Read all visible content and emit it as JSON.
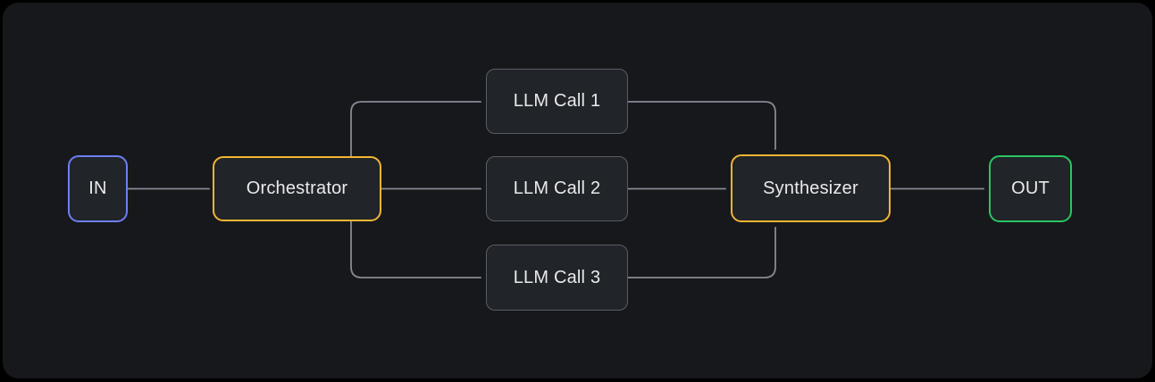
{
  "diagram": {
    "nodes": [
      {
        "id": "in",
        "label": "IN",
        "accent": "#6e7ff3",
        "role": "input"
      },
      {
        "id": "orchestrator",
        "label": "Orchestrator",
        "accent": "#f2b632",
        "role": "orchestrator"
      },
      {
        "id": "llm1",
        "label": "LLM Call 1",
        "accent": "#585d66",
        "role": "worker"
      },
      {
        "id": "llm2",
        "label": "LLM Call 2",
        "accent": "#585d66",
        "role": "worker"
      },
      {
        "id": "llm3",
        "label": "LLM Call 3",
        "accent": "#585d66",
        "role": "worker"
      },
      {
        "id": "synthesizer",
        "label": "Synthesizer",
        "accent": "#f2b632",
        "role": "synthesizer"
      },
      {
        "id": "out",
        "label": "OUT",
        "accent": "#2bc563",
        "role": "output"
      }
    ],
    "edges": [
      {
        "from": "in",
        "to": "orchestrator"
      },
      {
        "from": "orchestrator",
        "to": "llm1"
      },
      {
        "from": "orchestrator",
        "to": "llm2"
      },
      {
        "from": "orchestrator",
        "to": "llm3"
      },
      {
        "from": "llm1",
        "to": "synthesizer"
      },
      {
        "from": "llm2",
        "to": "synthesizer"
      },
      {
        "from": "llm3",
        "to": "synthesizer"
      },
      {
        "from": "synthesizer",
        "to": "out"
      }
    ],
    "colors": {
      "canvas_bg": "#17181c",
      "node_fill": "#212428",
      "connector": "#868b94",
      "text": "#e9eaec"
    }
  }
}
